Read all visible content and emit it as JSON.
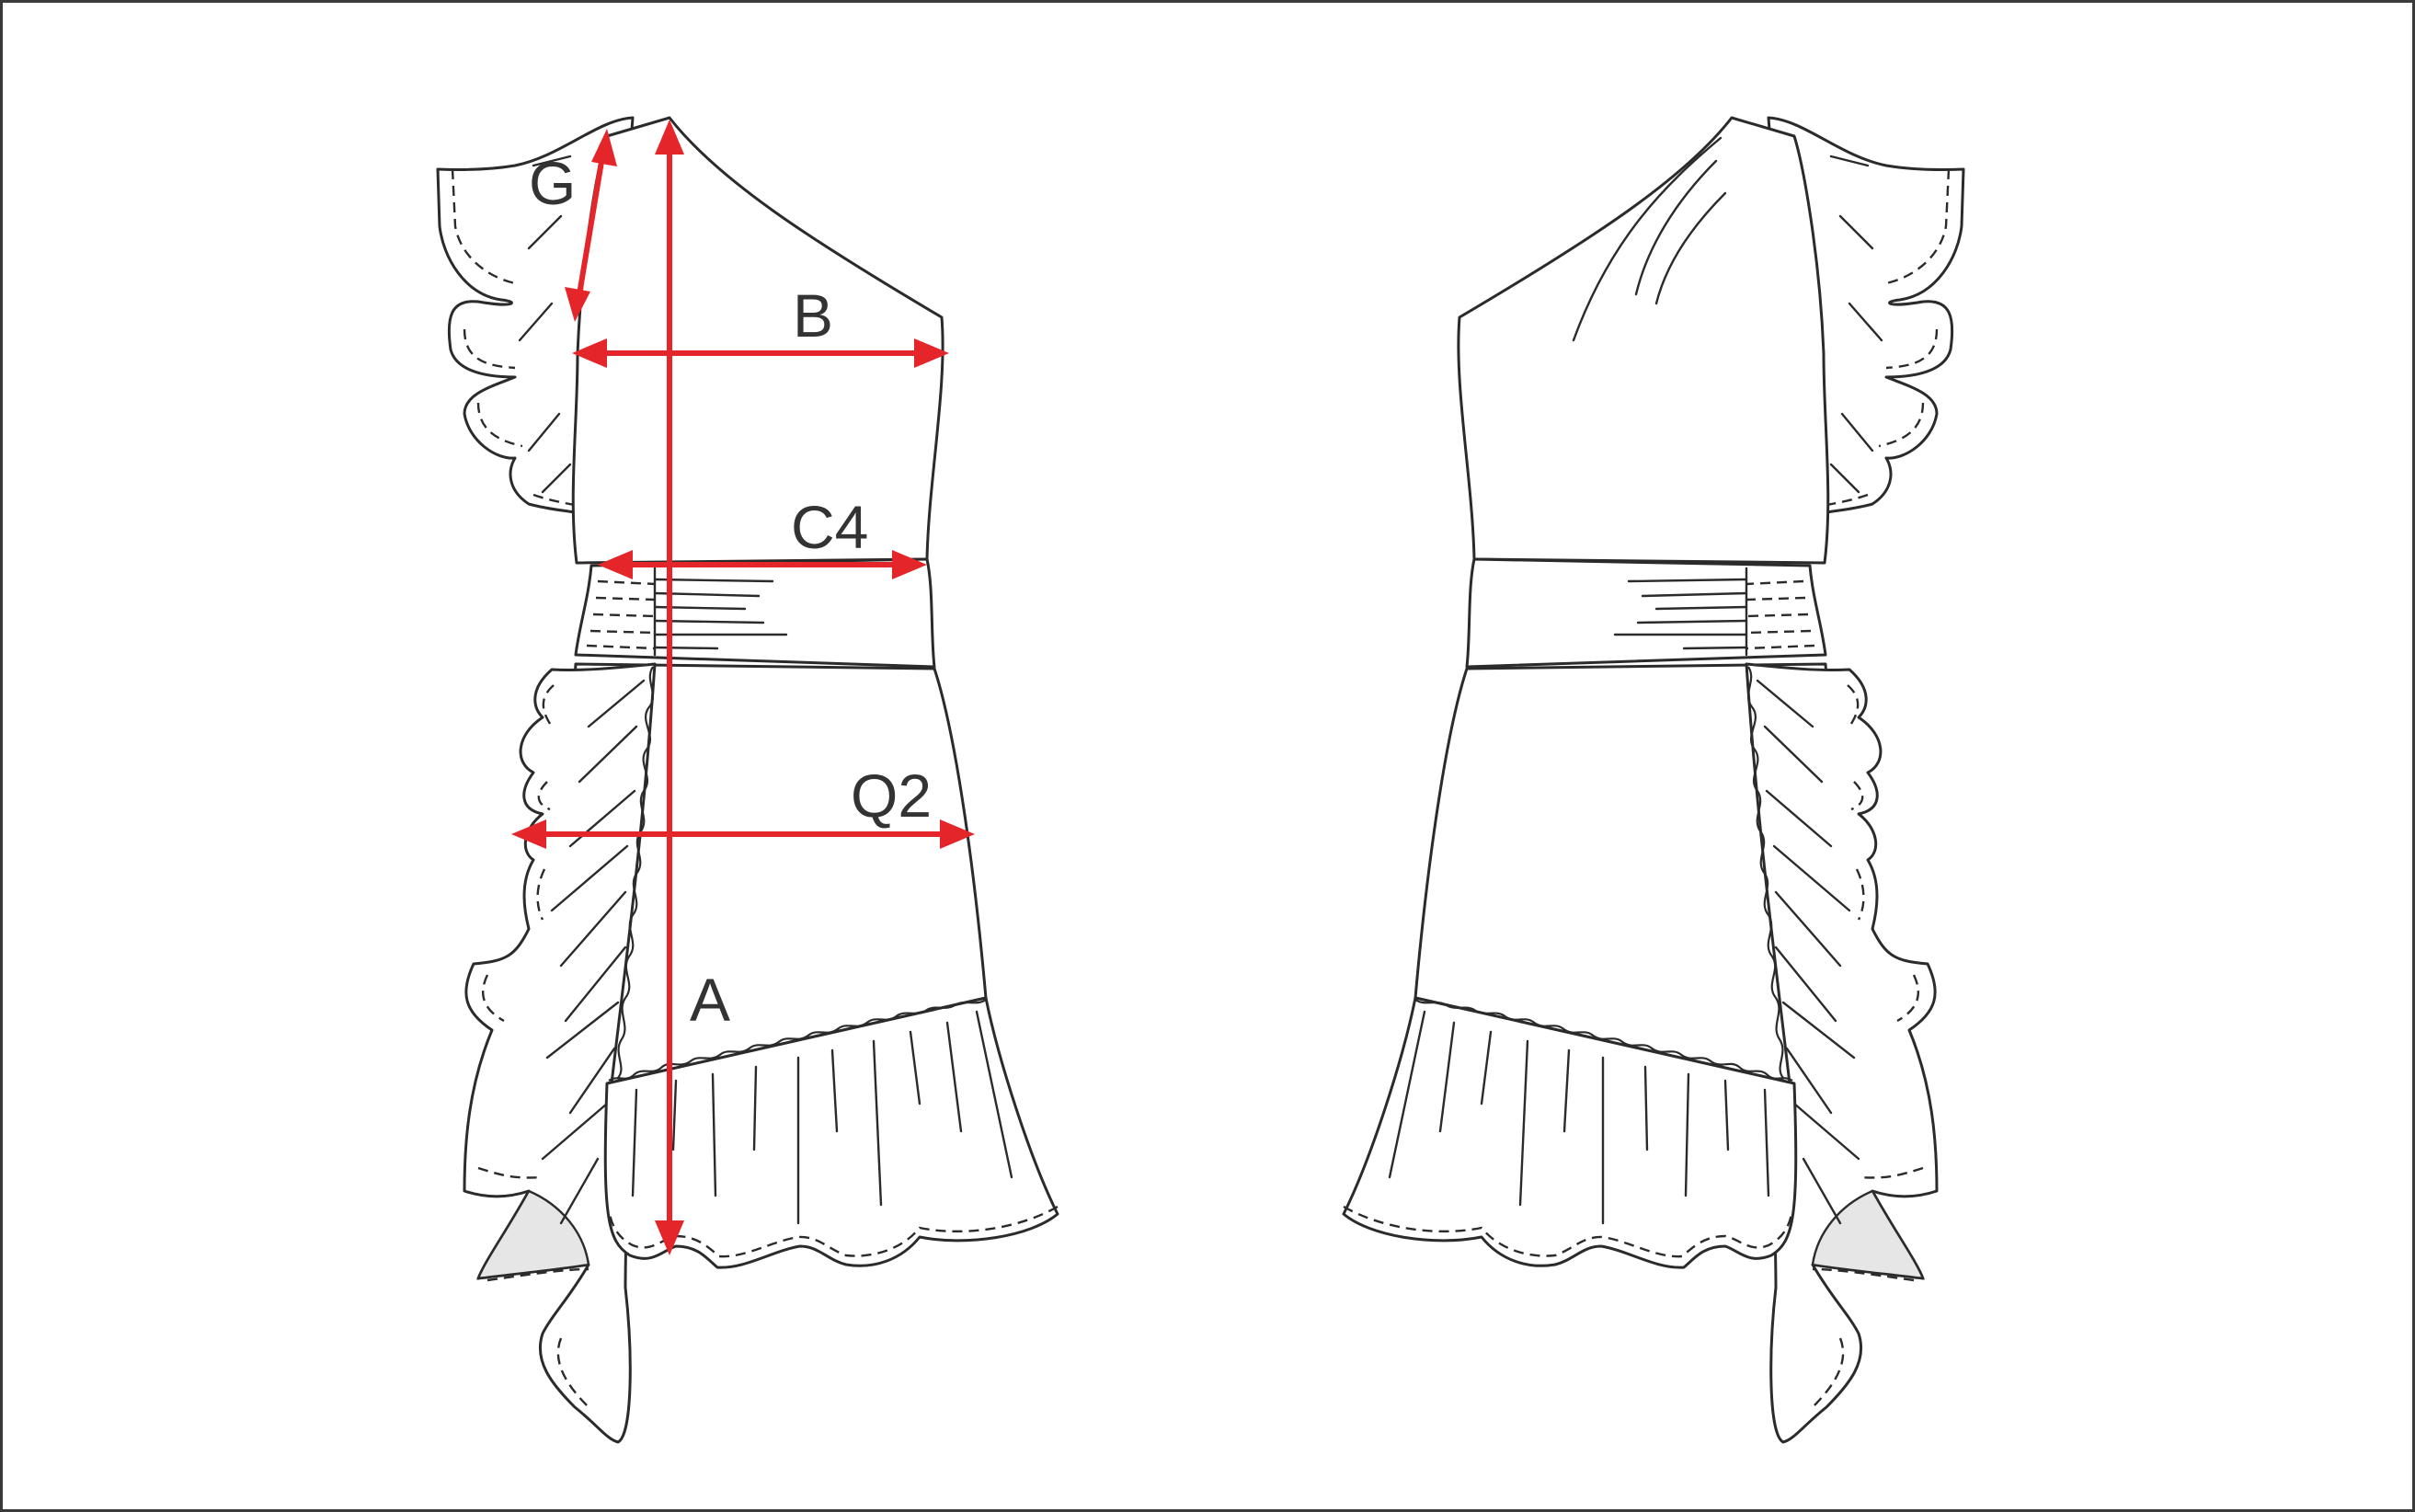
{
  "diagram": {
    "views": [
      "front",
      "back"
    ],
    "measurement_color": "#e4262b",
    "line_color": "#2b2b2b",
    "measurements": [
      {
        "id": "A",
        "label": "A"
      },
      {
        "id": "B",
        "label": "B"
      },
      {
        "id": "C4",
        "label": "C4"
      },
      {
        "id": "G",
        "label": "G"
      },
      {
        "id": "Q2",
        "label": "Q2"
      }
    ]
  }
}
